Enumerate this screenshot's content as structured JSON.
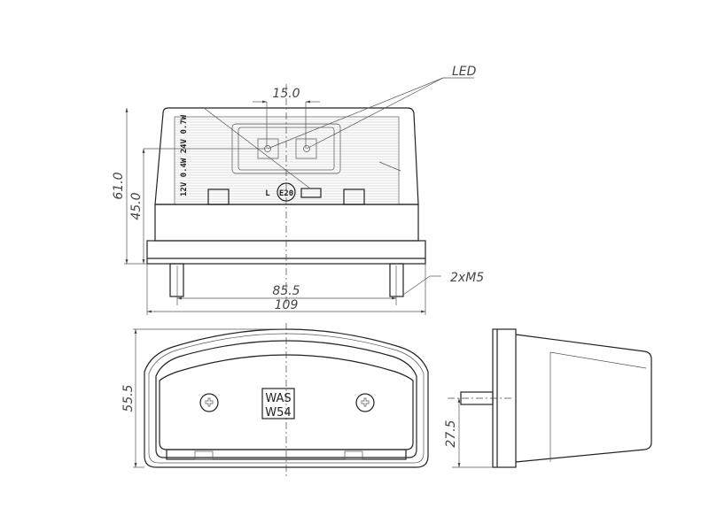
{
  "drawing": {
    "front_view": {
      "led_label": "LED",
      "led_spacing": "15.0",
      "total_height": "61.0",
      "base_height": "45.0",
      "stud_spacing": "85.5",
      "total_width": "109",
      "stud_thread": "2xM5",
      "lens_marking": "12V 0.4W 24V 0.7W",
      "approval_side": "L",
      "approval_mark": "E20"
    },
    "bottom_view": {
      "height": "55.5",
      "plate_line1": "WAS",
      "plate_line2": "W54"
    },
    "side_view": {
      "stud_height": "27.5"
    }
  }
}
